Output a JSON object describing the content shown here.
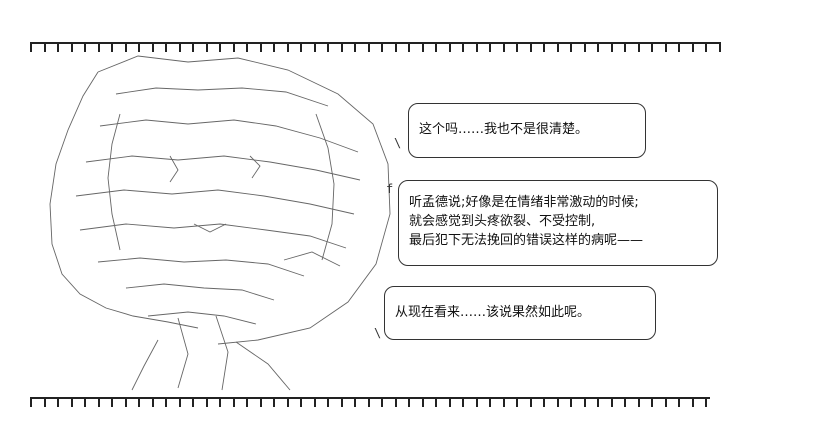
{
  "bubbles": [
    {
      "lines": [
        "这个吗……我也不是很清楚。"
      ]
    },
    {
      "lines": [
        "听孟德说;好像是在情绪非常激动的时候;",
        "就会感觉到头疼欲裂、不受控制,",
        "最后犯下无法挽回的错误这样的病呢——"
      ]
    },
    {
      "lines": [
        "从现在看来……该说果然如此呢。"
      ]
    }
  ]
}
